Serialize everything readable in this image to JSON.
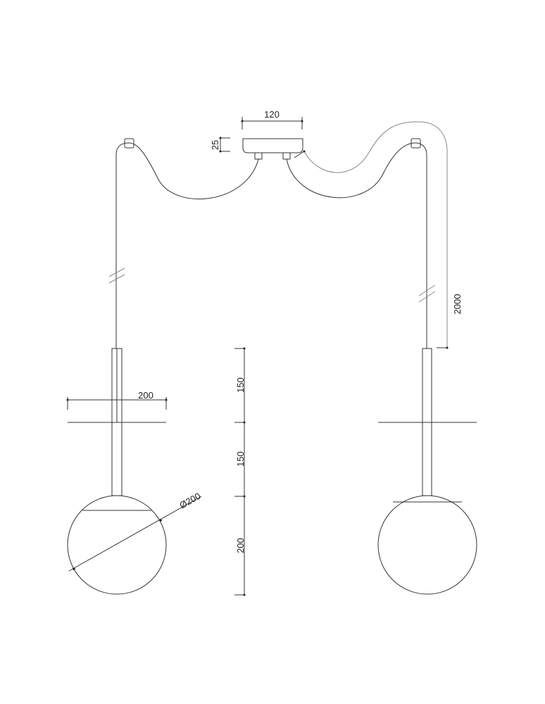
{
  "dimensions": {
    "canopy_width": "120",
    "canopy_height": "25",
    "cable_length": "2000",
    "shade_width": "200",
    "globe_diameter": "Ø200",
    "stem_upper": "150",
    "stem_lower": "150",
    "globe_height": "200"
  }
}
